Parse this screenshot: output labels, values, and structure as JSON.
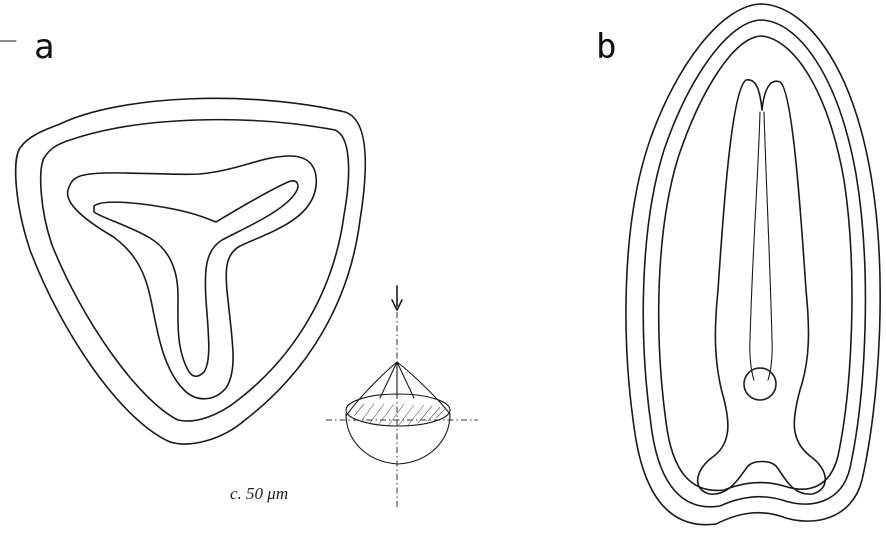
{
  "panels": [
    {
      "label": "a",
      "description_icon": "trilete-spore-outline"
    },
    {
      "label": "b",
      "description_icon": "monolete-spore-outline"
    }
  ],
  "scale": {
    "text": "c. 50 μm"
  }
}
